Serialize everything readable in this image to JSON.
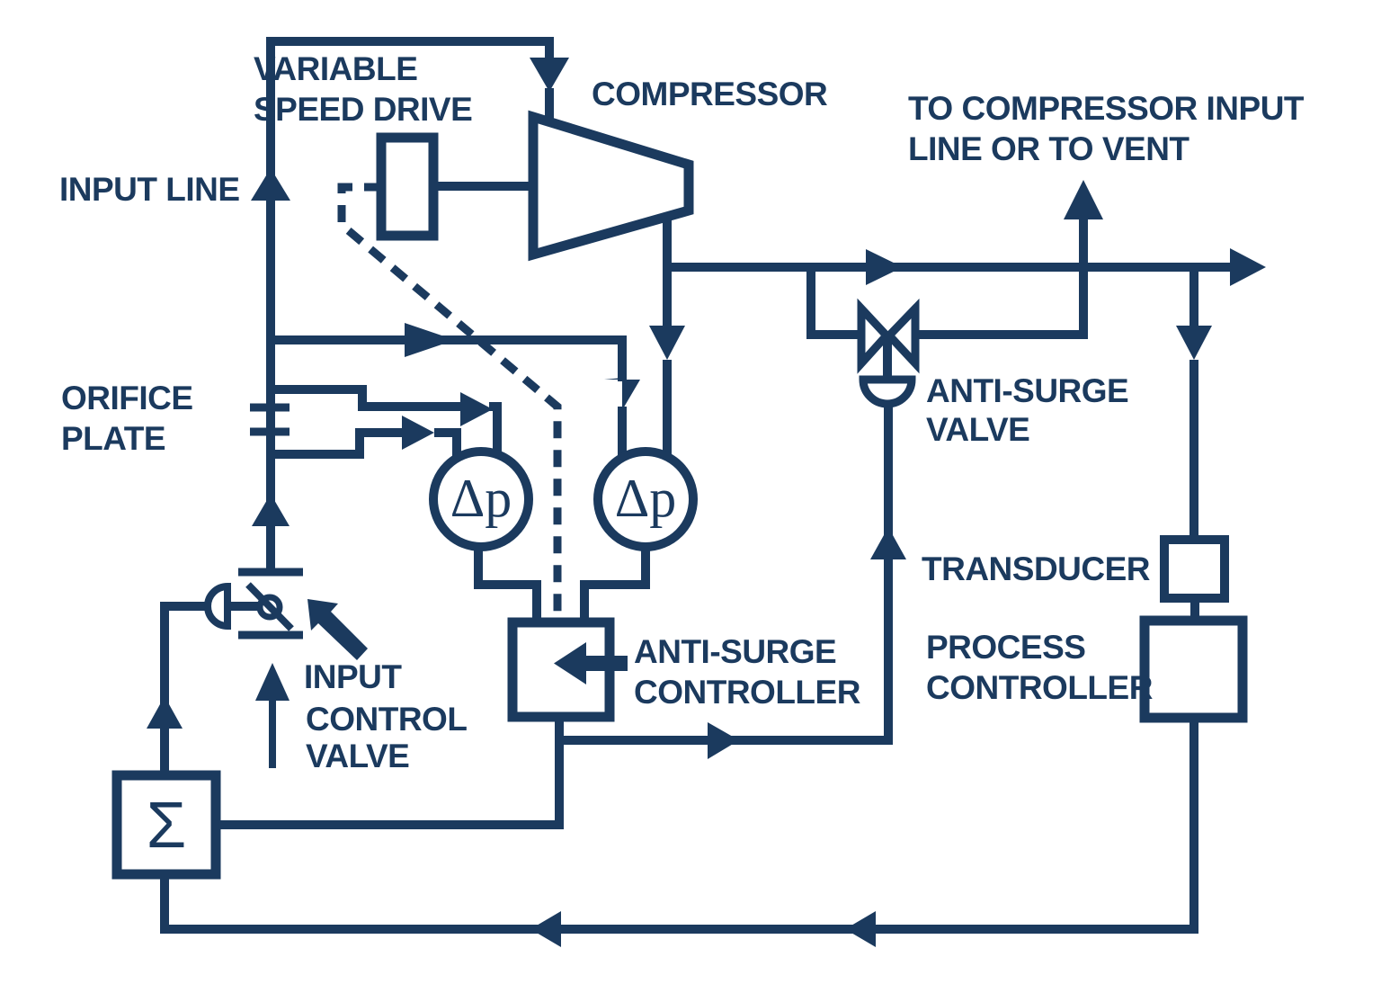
{
  "title": "Compressor anti-surge control system diagram",
  "colors": {
    "ink": "#1b3a5e",
    "background": "#ffffff"
  },
  "labels": {
    "input_line": "INPUT LINE",
    "variable_speed_drive": {
      "line1": "VARIABLE",
      "line2": "SPEED DRIVE"
    },
    "compressor": "COMPRESSOR",
    "vent": {
      "line1": "TO COMPRESSOR INPUT",
      "line2": "LINE OR TO VENT"
    },
    "orifice_plate": {
      "line1": "ORIFICE",
      "line2": "PLATE"
    },
    "anti_surge_valve": {
      "line1": "ANTI-SURGE",
      "line2": "VALVE"
    },
    "transducer": "TRANSDUCER",
    "process_controller": {
      "line1": "PROCESS",
      "line2": "CONTROLLER"
    },
    "anti_surge_controller": {
      "line1": "ANTI-SURGE",
      "line2": "CONTROLLER"
    },
    "input_control_valve": {
      "line1": "INPUT",
      "line2": "CONTROL",
      "line3": "VALVE"
    },
    "summer_symbol": "Σ",
    "dp_left": "Δp",
    "dp_right": "Δp"
  }
}
